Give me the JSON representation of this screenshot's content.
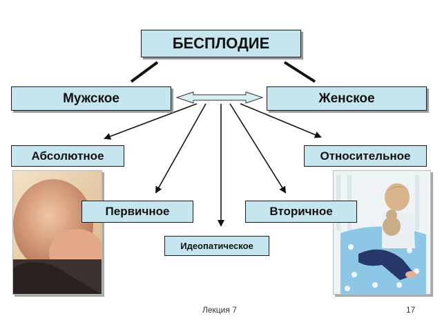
{
  "nodes": {
    "root": "БЕСПЛОДИЕ",
    "male": "Мужское",
    "female": "Женское",
    "absolute": "Абсолютное",
    "relative": "Относительное",
    "primary": "Первичное",
    "secondary": "Вторичное",
    "idiopathic": "Идеопатическое"
  },
  "footer": {
    "lecture": "Лекция 7",
    "page_number": "17"
  },
  "colors": {
    "box_fill": "#c5e6ee",
    "border": "#1a1a1a",
    "arrow_fill": "#d6eef4"
  },
  "images": {
    "left_photo": "man-holding-head-photo",
    "right_photo": "girl-with-teddy-bear-photo"
  }
}
